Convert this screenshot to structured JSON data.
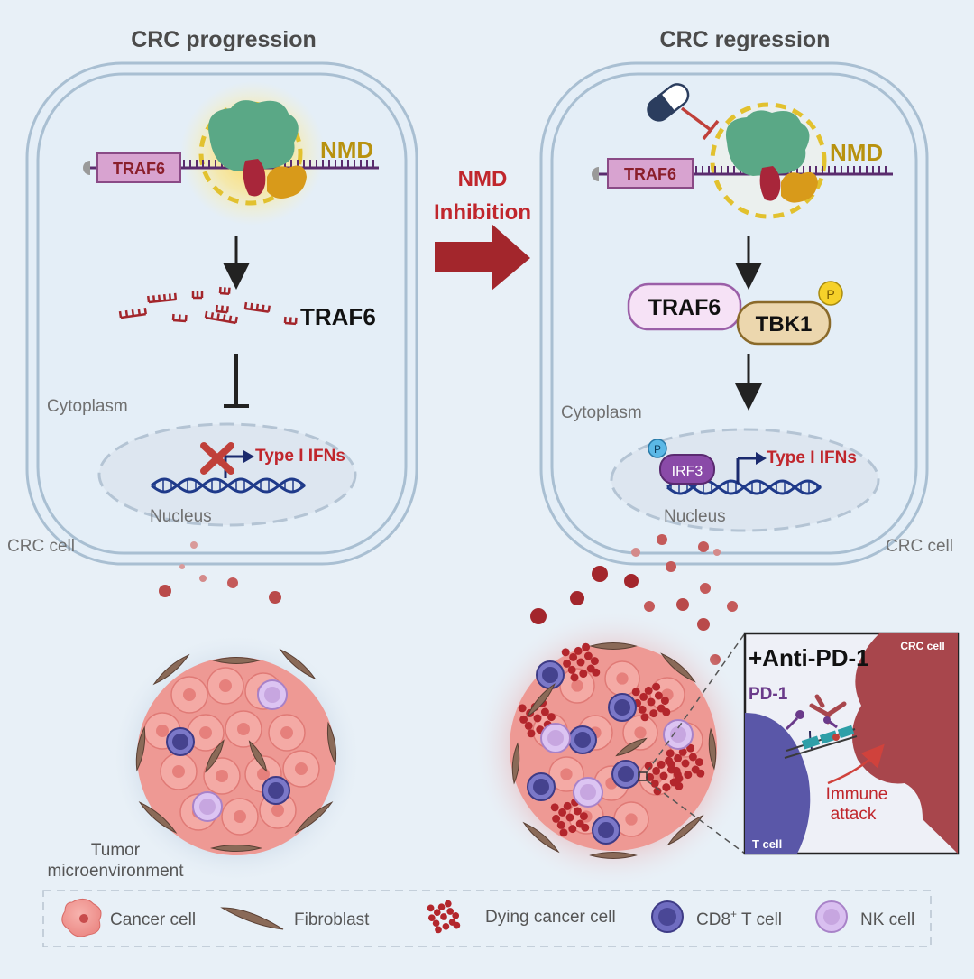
{
  "left_panel": {
    "title": "CRC progression",
    "gene_box": "TRAF6",
    "nmd_label": "NMD",
    "fragments_label": "TRAF6",
    "cytoplasm_label": "Cytoplasm",
    "ifn_label": "Type I IFNs",
    "nucleus_label": "Nucleus",
    "cell_label": "CRC cell",
    "tme_label_line1": "Tumor",
    "tme_label_line2": "microenvironment"
  },
  "center": {
    "arrow_line1": "NMD",
    "arrow_line2": "Inhibition"
  },
  "right_panel": {
    "title": "CRC regression",
    "gene_box": "TRAF6",
    "nmd_label": "NMD",
    "traf6_protein": "TRAF6",
    "tbk1_protein": "TBK1",
    "phospho_label": "P",
    "cytoplasm_label": "Cytoplasm",
    "irf3_label": "IRF3",
    "ifn_label": "Type I IFNs",
    "nucleus_label": "Nucleus",
    "cell_label": "CRC cell"
  },
  "inset": {
    "title": "+Anti-PD-1",
    "crc_cell_label": "CRC cell",
    "pd1_label": "PD-1",
    "attack_line1": "Immune",
    "attack_line2": "attack",
    "tcell_label": "T cell"
  },
  "legend": [
    {
      "icon": "cancer-cell-icon",
      "label": "Cancer cell"
    },
    {
      "icon": "fibroblast-icon",
      "label": "Fibroblast"
    },
    {
      "icon": "dying-cancer-cell-icon",
      "label": "Dying cancer cell"
    },
    {
      "icon": "cd8-t-cell-icon",
      "label": "CD8",
      "label_sup": "+",
      "label_tail": " T cell"
    },
    {
      "icon": "nk-cell-icon",
      "label": "NK cell"
    }
  ],
  "colors": {
    "background": "#e8f0f7",
    "dark_red": "#a3262c",
    "ribosome_green": "#5aa886",
    "nmd_gold": "#b8920f",
    "cancer_pink": "#f29a96",
    "tcell_blue": "#5a57a8",
    "nk_purple": "#c7a6e0"
  }
}
